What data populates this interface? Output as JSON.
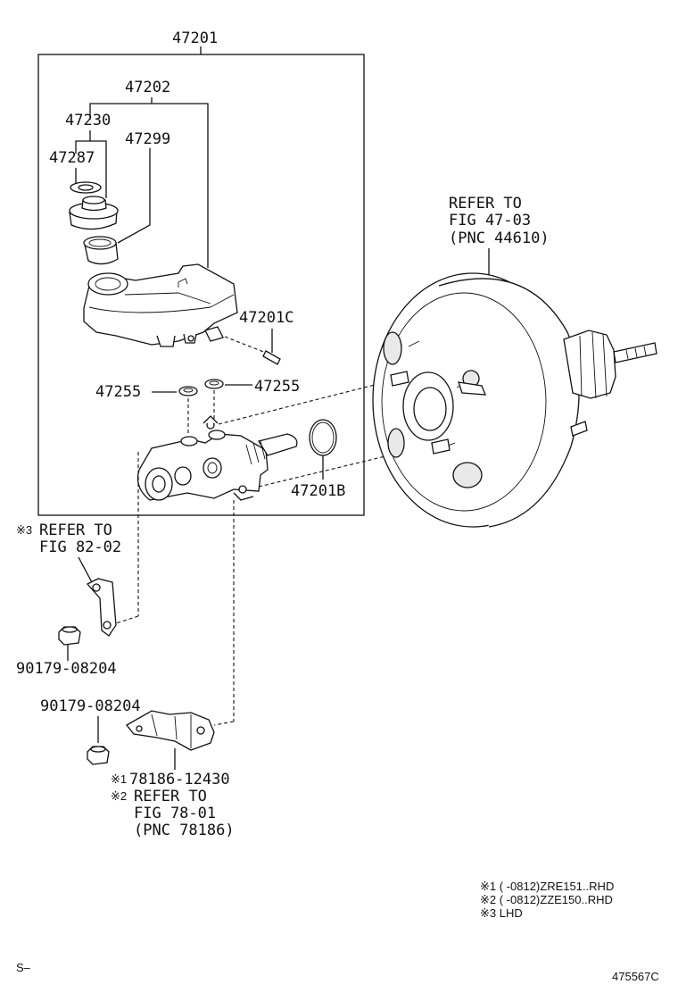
{
  "labels": {
    "assy": "47201",
    "reservoir_assy": "47202",
    "cap_assy": "47230",
    "strainer": "47299",
    "gasket": "47287",
    "pin": "47201C",
    "grommet_left": "47255",
    "grommet_right": "47255",
    "o_ring": "47201B",
    "nut_upper": "90179-08204",
    "nut_lower": "90179-08204",
    "bracket_pn": "78186-12430",
    "bracket_pn_mark": "※1"
  },
  "refer_booster": [
    "REFER TO",
    "FIG 47-03",
    "(PNC 44610)"
  ],
  "refer_82": {
    "mark": "※3",
    "lines": [
      "REFER TO",
      "FIG 82-02"
    ]
  },
  "refer_78": {
    "mark": "※2",
    "lines": [
      "REFER TO",
      "FIG 78-01",
      "(PNC 78186)"
    ]
  },
  "notes": [
    "※1 (      -0812)ZRE151..RHD",
    "※2 (      -0812)ZZE150..RHD",
    "※3 LHD"
  ],
  "footer_left": "S–",
  "footer_right": "475567C"
}
